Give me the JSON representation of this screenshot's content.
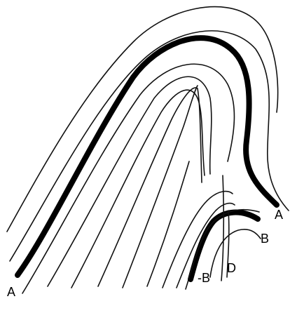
{
  "labels": {
    "a_left": "A",
    "a_right": "A",
    "b_right": "B",
    "b_bottom": "-B",
    "d": "D"
  }
}
